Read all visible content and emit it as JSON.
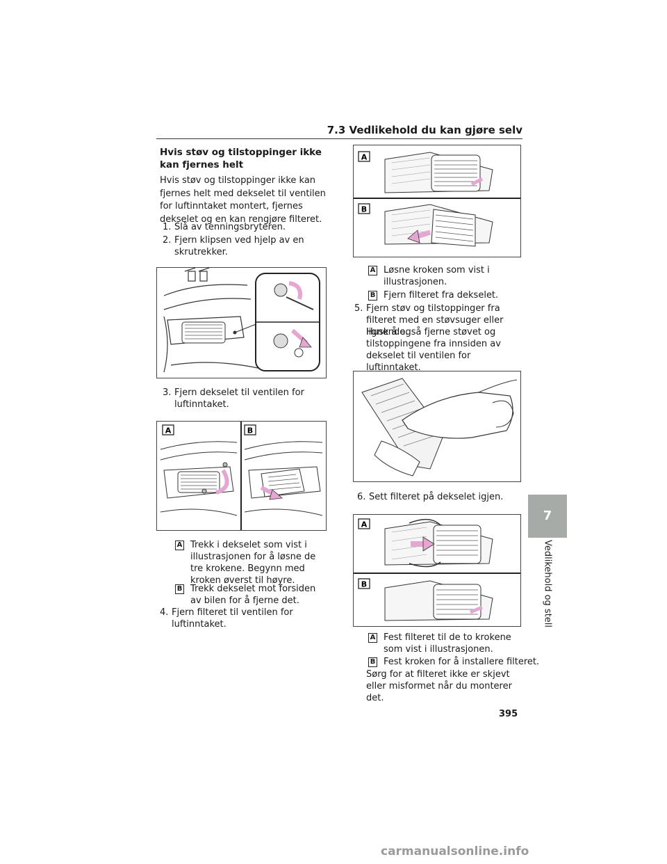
{
  "header": {
    "section_title": "7.3  Vedlikehold du kan gjøre selv"
  },
  "left": {
    "heading": "Hvis støv og tilstoppinger ikke kan fjernes helt",
    "intro": "Hvis støv og tilstoppinger ikke kan fjernes helt med dekselet til ventilen for luftinntaket montert, fjernes dekselet og en kan rengjøre filteret.",
    "step1": {
      "num": "1.",
      "text": "Slå av tenningsbryteren."
    },
    "step2": {
      "num": "2.",
      "text": "Fjern klipsen ved hjelp av en skrutrekker."
    },
    "step3": {
      "num": "3.",
      "text": "Fjern dekselet til ventilen for luftinntaket."
    },
    "fig2_labels": {
      "a": "A",
      "b": "B"
    },
    "step3_a": {
      "label": "A",
      "text": "Trekk i dekselet som vist i illustrasjonen for å løsne de tre krokene. Begynn med kroken øverst til høyre."
    },
    "step3_b": {
      "label": "B",
      "text": "Trekk dekselet mot forsiden av bilen for å fjerne det."
    },
    "step4": {
      "num": "4.",
      "text": "Fjern filteret til ventilen for luftinntaket."
    }
  },
  "right": {
    "fig3_labels": {
      "a": "A",
      "b": "B"
    },
    "step4_a": {
      "label": "A",
      "text": "Løsne kroken som vist i illustrasjonen."
    },
    "step4_b": {
      "label": "B",
      "text": "Fjern filteret fra dekselet."
    },
    "step5": {
      "num": "5.",
      "text": "Fjern støv og tilstoppinger fra filteret med en støvsuger eller lignende."
    },
    "step5_note": "Husk å også fjerne støvet og tilstoppingene fra innsiden av dekselet til ventilen for luftinntaket.",
    "step6": {
      "num": "6.",
      "text": "Sett filteret på dekselet igjen."
    },
    "fig5_labels": {
      "a": "A",
      "b": "B"
    },
    "step6_a": {
      "label": "A",
      "text": "Fest filteret til de to krokene som vist i illustrasjonen."
    },
    "step6_b": {
      "label": "B",
      "text": "Fest kroken for å installere filteret."
    },
    "closing": "Sørg for at filteret ikke er skjevt eller misformet når du monterer det."
  },
  "side": {
    "chapter_number": "7",
    "chapter_label": "Vedlikehold og stell"
  },
  "footer": {
    "page_number": "395",
    "watermark": "carmanualsonline.info"
  },
  "colors": {
    "arrow_pink": "#e6a6d2",
    "tab_gray": "#a7aba8"
  }
}
